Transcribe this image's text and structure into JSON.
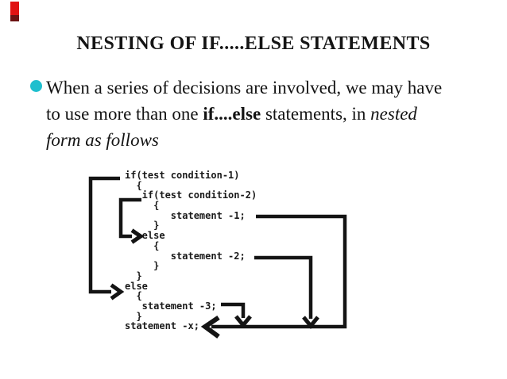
{
  "slide": {
    "title": "NESTING OF IF.....ELSE STATEMENTS",
    "bullet": {
      "line1": "When a series of decisions are involved, we may have",
      "line2_pre": "to use more than one ",
      "line2_bold": "if....else",
      "line2_mid": " statements, in ",
      "line2_italic": "nested",
      "line3_italic": "form as follows"
    }
  },
  "code": {
    "lines": [
      "if(test condition-1)",
      "  {",
      "   if(test condition-2)",
      "     {",
      "        statement -1;",
      "     }",
      "   else",
      "     {",
      "        statement -2;",
      "     }",
      "  }",
      "else",
      "  {",
      "   statement -3;",
      "  }",
      "statement -x;"
    ]
  },
  "colors": {
    "ink": "#141414",
    "bullet": "#1fbfce",
    "red_top": "#e01212",
    "red_bottom": "#6b1212"
  }
}
